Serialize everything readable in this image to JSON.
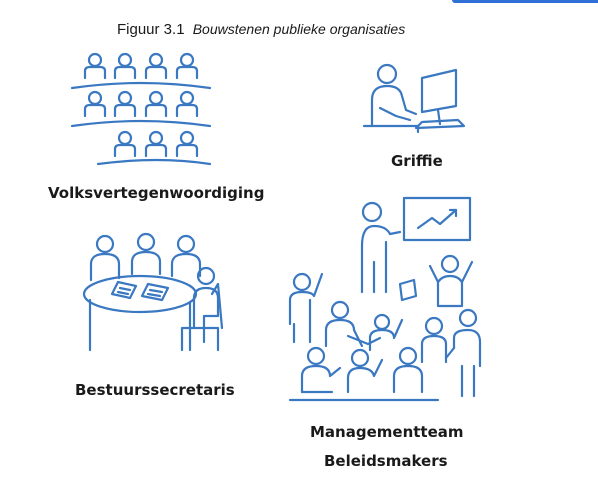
{
  "figure": {
    "number": "Figuur 3.1",
    "title": "Bouwstenen publieke organisaties"
  },
  "labels": {
    "volksvertegenwoordiging": "Volksvertegenwoordiging",
    "griffie": "Griffie",
    "bestuurssecretaris": "Bestuurssecretaris",
    "managementteam": "Managementteam",
    "beleidsmakers": "Beleidsmakers"
  },
  "colors": {
    "line": "#3a78c2",
    "text": "#1a1a1a",
    "accent_tab": "#2f6fd6"
  }
}
